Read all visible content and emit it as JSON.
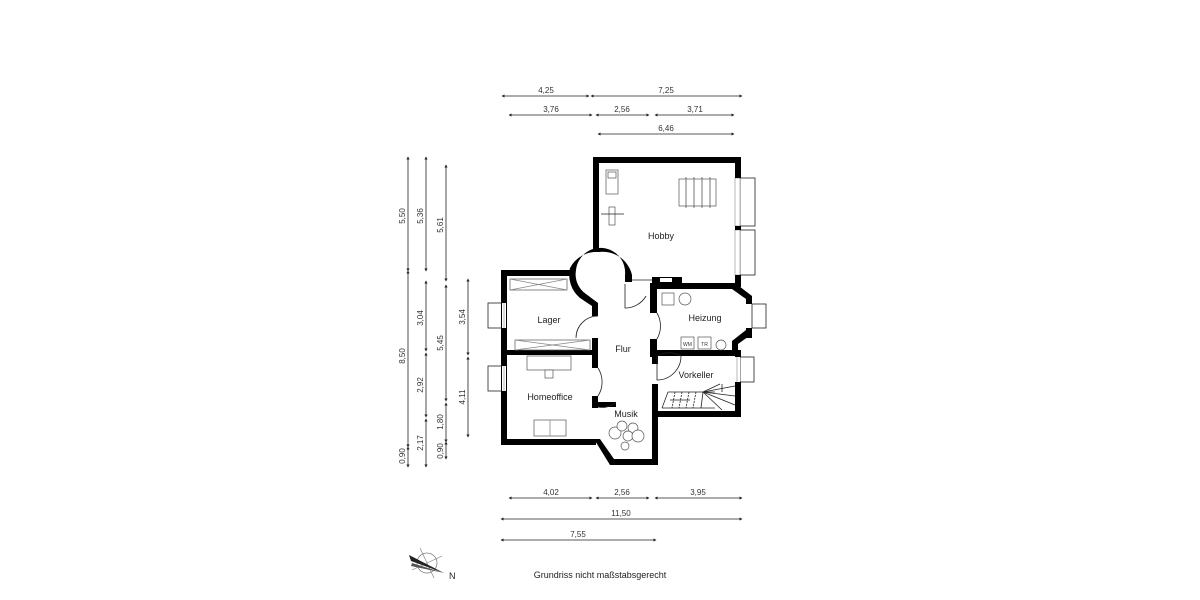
{
  "caption": "Grundriss nicht maßstabsgerecht",
  "compass": {
    "label": "N",
    "icon": "compass-rose-icon"
  },
  "rooms": [
    {
      "id": "hobby",
      "label": "Hobby"
    },
    {
      "id": "lager",
      "label": "Lager"
    },
    {
      "id": "flur",
      "label": "Flur"
    },
    {
      "id": "heizung",
      "label": "Heizung"
    },
    {
      "id": "vorkeller",
      "label": "Vorkeller"
    },
    {
      "id": "homeoffice",
      "label": "Homeoffice"
    },
    {
      "id": "musik",
      "label": "Musik"
    }
  ],
  "appliances": {
    "washer": "WM",
    "dryer": "TR"
  },
  "dimensions": {
    "top": {
      "row1": [
        "4,25",
        "7,25"
      ],
      "row2": [
        "3,76",
        "2,56",
        "3,71"
      ],
      "row3": [
        "6,46"
      ]
    },
    "bottom": {
      "row1": [
        "4,02",
        "2,56",
        "3,95"
      ],
      "row2": [
        "11,50"
      ],
      "row3": [
        "7,55"
      ]
    },
    "left": {
      "col1": [
        "5,50",
        "8,50",
        "0,90"
      ],
      "col2": [
        "5,36",
        "3,04",
        "2,92",
        "2,17"
      ],
      "col3": [
        "5,61",
        "5,45",
        "1,80",
        "0,90"
      ],
      "col4": [
        "3,54",
        "4,11"
      ]
    }
  }
}
